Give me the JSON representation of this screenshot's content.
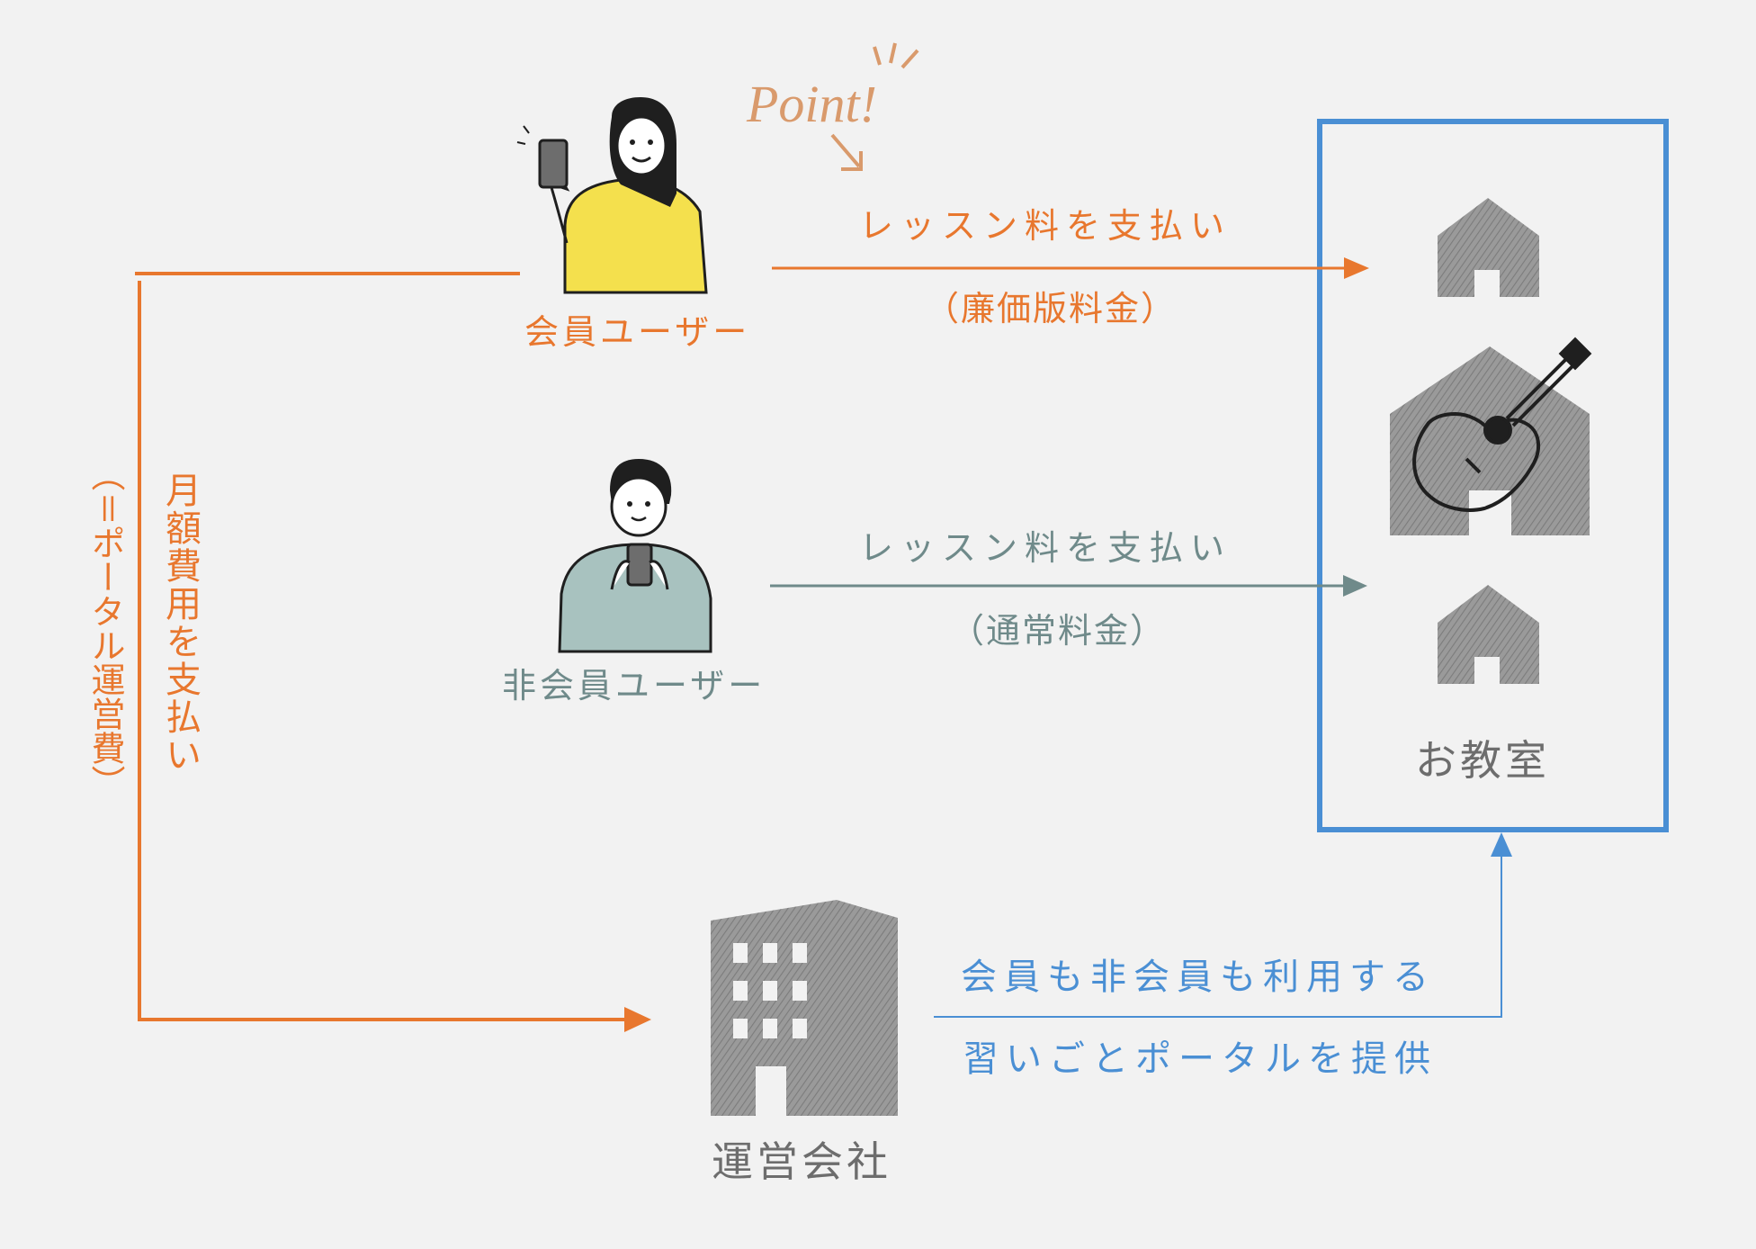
{
  "member": {
    "label": "会員ユーザー",
    "arrow_top": "レッスン料を支払い",
    "arrow_bottom": "（廉価版料金）",
    "point": "Point!"
  },
  "nonmember": {
    "label": "非会員ユーザー",
    "arrow_top": "レッスン料を支払い",
    "arrow_bottom": "（通常料金）"
  },
  "classroom": {
    "label": "お教室"
  },
  "company": {
    "label": "運営会社",
    "arrow_top": "会員も非会員も利用する",
    "arrow_bottom": "習いごとポータルを提供"
  },
  "left_flow": {
    "main": "月額費用を支払い",
    "note": "（＝ポータル運営費）"
  },
  "colors": {
    "orange": "#e8772e",
    "teal_gray": "#6f8a8a",
    "blue": "#4a8fd4",
    "icon_gray": "#8c8c8c",
    "background": "#f2f2f2"
  },
  "icons": {
    "member": "woman-with-phone-icon",
    "nonmember": "man-with-phone-icon",
    "classroom": "house-with-guitar-icon",
    "company": "office-building-icon"
  }
}
